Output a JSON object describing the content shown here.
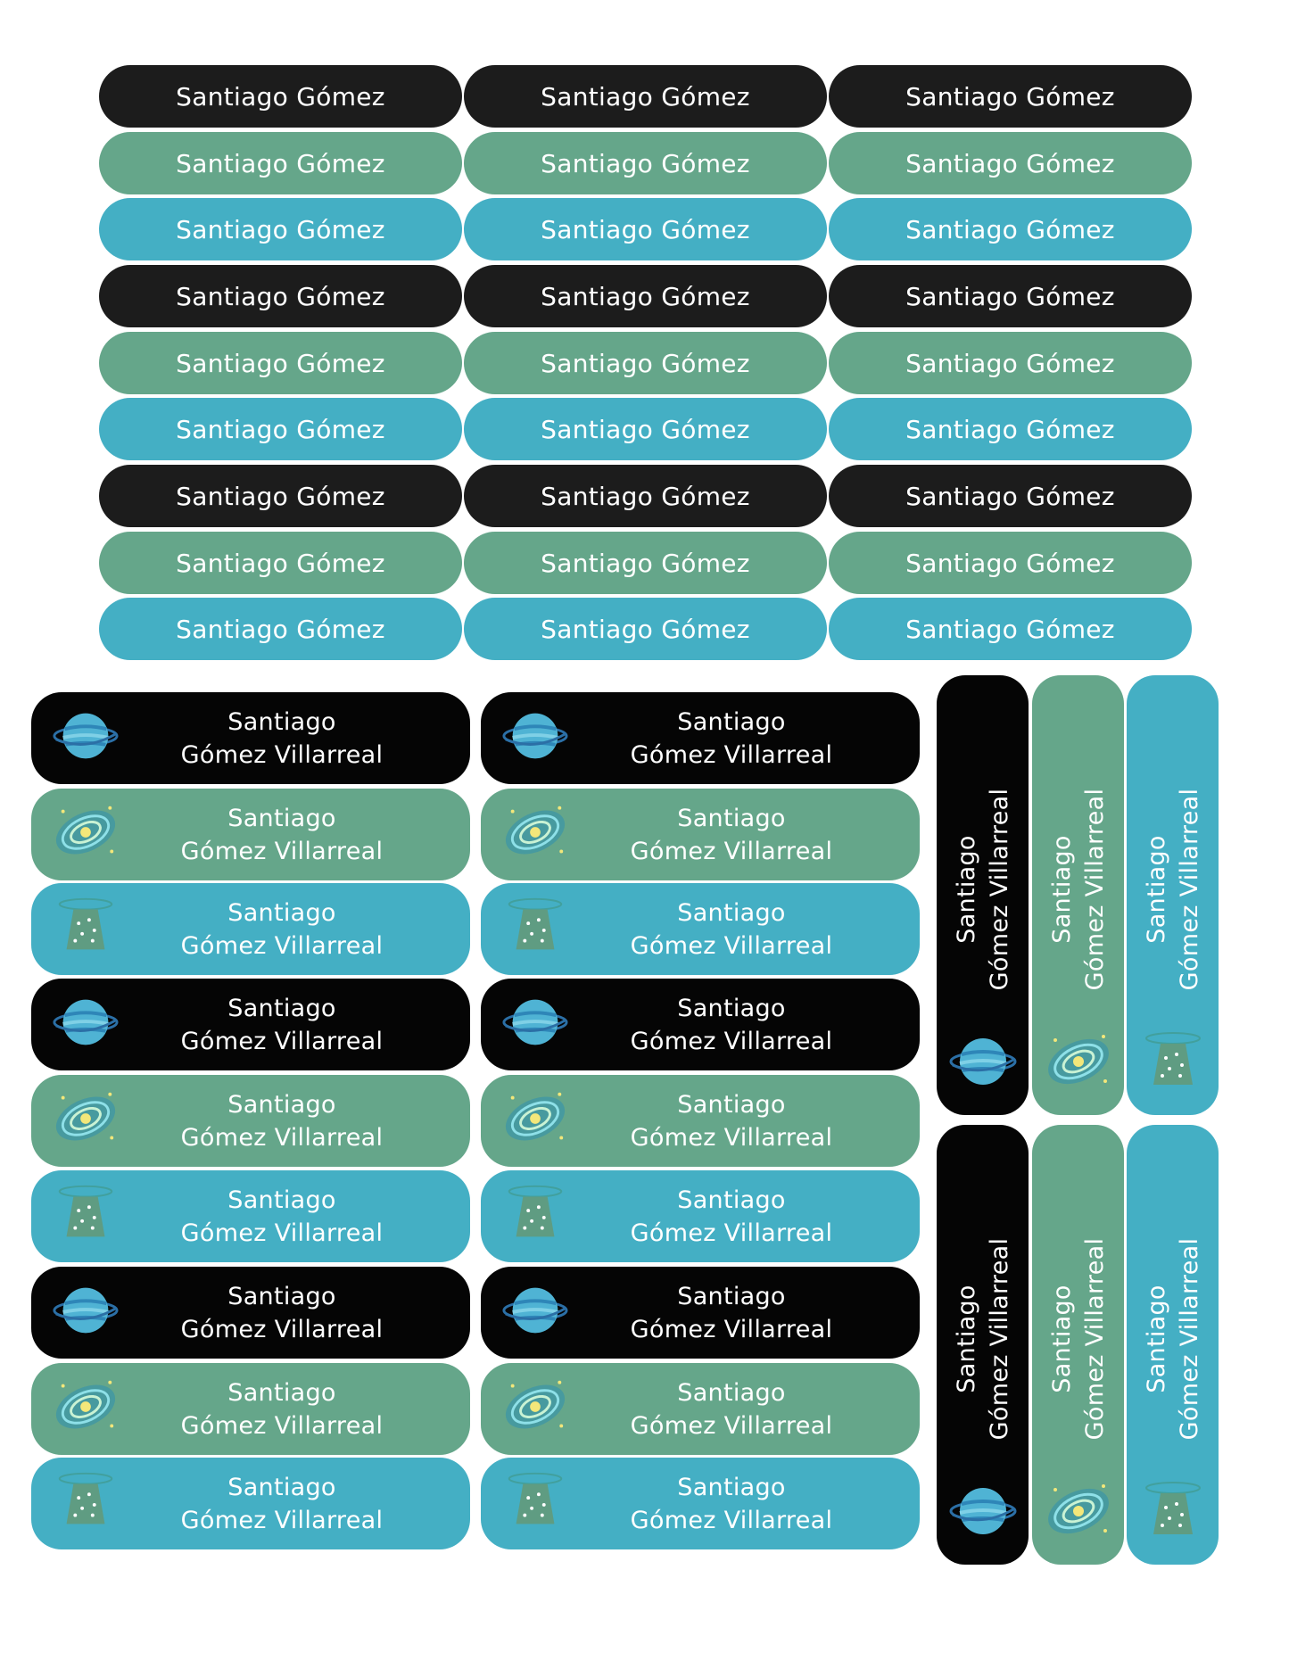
{
  "label_small": {
    "text": "Santiago Gómez"
  },
  "label_medium": {
    "line1": "Santiago",
    "line2": "Gómez  Villarreal"
  },
  "label_vertical": {
    "line1": "Santiago",
    "line2": "Gómez  Villarreal"
  },
  "colors": {
    "black": "#1c1c1c",
    "deep_black": "#050505",
    "green": "#65a68a",
    "blue": "#44afc4"
  },
  "icons": {
    "black": "planet-icon",
    "green": "galaxy-icon",
    "blue": "ufo-beam-icon"
  }
}
